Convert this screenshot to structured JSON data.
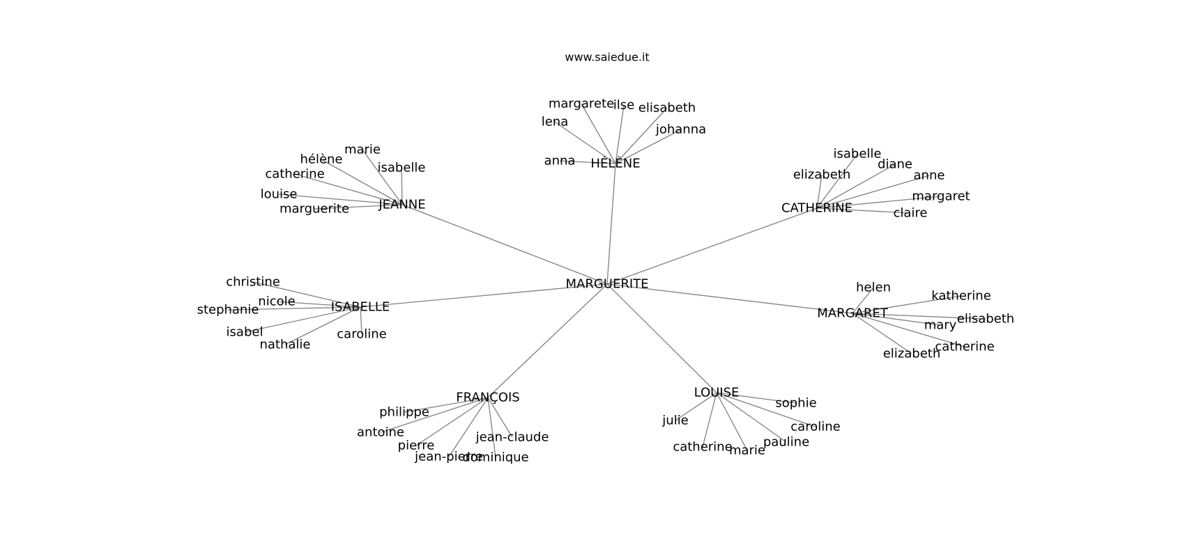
{
  "site_label": "www.saiedue.it",
  "root": "MARGUERITE",
  "clusters": [
    {
      "label": "HÉLÈNE",
      "children": [
        "anna",
        "lena",
        "margarete",
        "ilse",
        "elisabeth",
        "johanna"
      ]
    },
    {
      "label": "JEANNE",
      "children": [
        "marguerite",
        "louise",
        "catherine",
        "hélène",
        "marie",
        "isabelle"
      ]
    },
    {
      "label": "CATHERINE",
      "children": [
        "elizabeth",
        "isabelle",
        "diane",
        "anne",
        "margaret",
        "claire"
      ]
    },
    {
      "label": "ISABELLE",
      "children": [
        "christine",
        "nicole",
        "stephanie",
        "isabel",
        "nathalie",
        "caroline"
      ]
    },
    {
      "label": "MARGARET",
      "children": [
        "helen",
        "katherine",
        "elisabeth",
        "mary",
        "catherine",
        "elizabeth"
      ]
    },
    {
      "label": "FRANÇOIS",
      "children": [
        "philippe",
        "antoine",
        "pierre",
        "jean-pierre",
        "dominique",
        "jean-claude"
      ]
    },
    {
      "label": "LOUISE",
      "children": [
        "julie",
        "catherine",
        "marie",
        "pauline",
        "caroline",
        "sophie"
      ]
    }
  ]
}
